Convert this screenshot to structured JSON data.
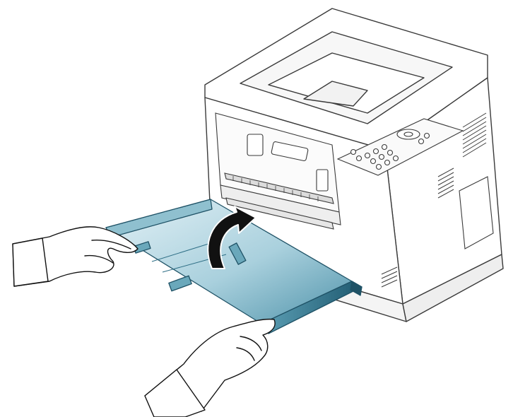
{
  "figure": {
    "colors": {
      "background": "#ffffff",
      "line": "#3a3a3a",
      "line_light": "#8a8a8a",
      "printer_body": "#ffffff",
      "tray_light": "#cfe6ee",
      "tray_mid": "#7fb7c8",
      "tray_dark": "#2f6f86",
      "tray_edge": "#1f5266",
      "arrow": "#111111"
    },
    "icons": [
      "printer-illustration",
      "paper-tray",
      "left-hand",
      "right-hand",
      "curved-arrow-icon"
    ]
  }
}
